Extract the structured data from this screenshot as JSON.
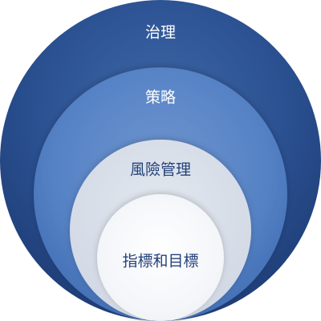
{
  "layers": [
    {
      "label": "治理",
      "text_color": "#ffffff"
    },
    {
      "label": "策略",
      "text_color": "#ffffff"
    },
    {
      "label": "風險管理",
      "text_color": "#24427a"
    },
    {
      "label": "指標和目標",
      "text_color": "#24427a"
    }
  ]
}
